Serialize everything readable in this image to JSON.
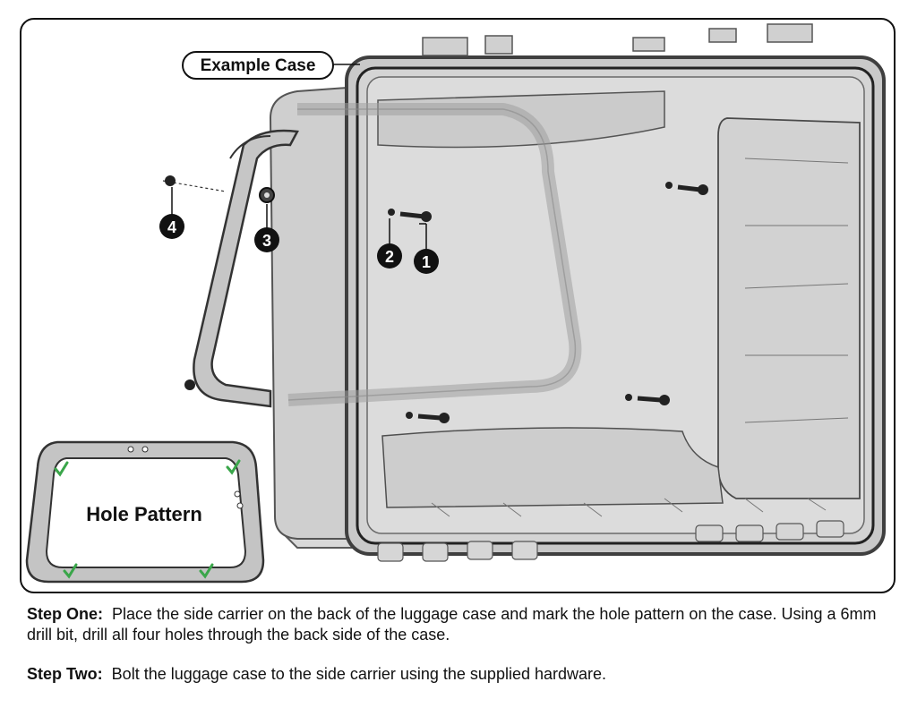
{
  "diagram": {
    "case_label": "Example Case",
    "hole_pattern_label": "Hole Pattern",
    "callouts": [
      "1",
      "2",
      "3",
      "4"
    ]
  },
  "steps": [
    {
      "lead": "Step One:",
      "text": "Place the side carrier on the back of the luggage case and mark the hole pattern on the case. Using a 6mm drill bit, drill all four holes through the back side of the case."
    },
    {
      "lead": "Step Two:",
      "text": "Bolt the luggage case to the side carrier using the supplied hardware."
    }
  ],
  "colors": {
    "case_fill": "#c9c9c9",
    "case_rim": "#4a4a4a",
    "mark_green": "#3aa64a",
    "callout_fill": "#111111"
  }
}
